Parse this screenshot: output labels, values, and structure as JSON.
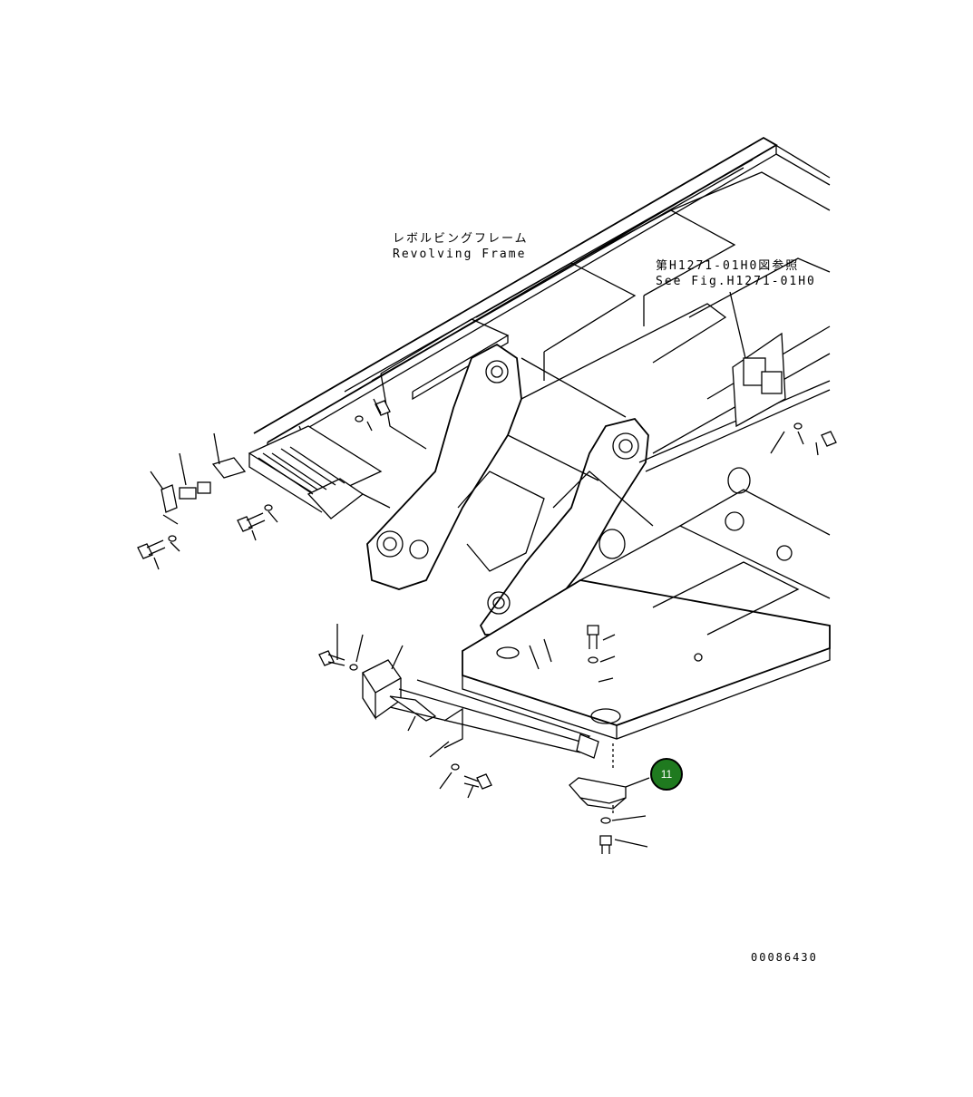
{
  "labels": {
    "frame_jp": "レボルビングフレーム",
    "frame_en": "Revolving Frame",
    "see_fig_jp": "第H1271-01H0図参照",
    "see_fig_en": "See Fig.H1271-01H0",
    "drawing_number": "00086430"
  },
  "callouts": [
    {
      "number": "11",
      "color": "#1f7a1f"
    }
  ]
}
